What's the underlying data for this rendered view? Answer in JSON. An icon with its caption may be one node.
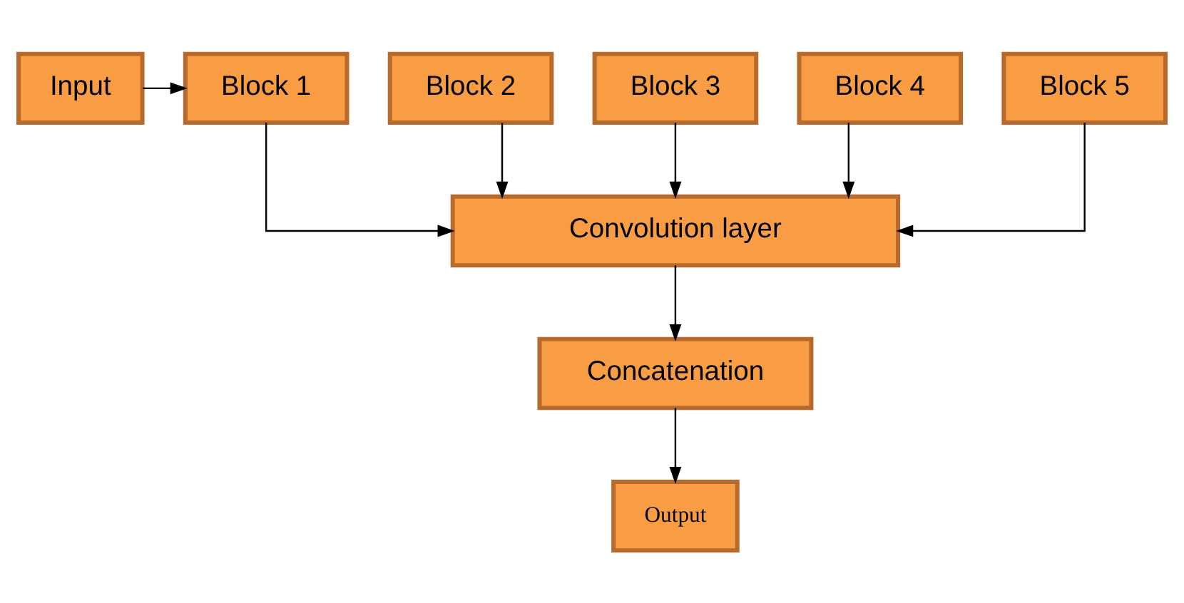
{
  "diagram": {
    "nodes": [
      {
        "text": [
          "Input"
        ]
      },
      {
        "text": [
          "Block 1"
        ]
      },
      {
        "text": [
          "Block 2"
        ]
      },
      {
        "text": [
          "Block 3"
        ]
      },
      {
        "text": [
          "Block 4"
        ]
      },
      {
        "text": [
          "Block 5"
        ]
      },
      {
        "text": [
          "Convolution layer"
        ]
      },
      {
        "text": [
          "Concatenation"
        ]
      },
      {
        "text": [
          "Output"
        ]
      }
    ],
    "edges": [
      {
        "from": 0,
        "to": 1,
        "arrow": "to"
      },
      {
        "from": 1,
        "to": 6,
        "arrow": "to"
      },
      {
        "from": 2,
        "to": 6,
        "arrow": "to"
      },
      {
        "from": 3,
        "to": 6,
        "arrow": "to"
      },
      {
        "from": 4,
        "to": 6,
        "arrow": "to"
      },
      {
        "from": 5,
        "to": 6,
        "arrow": "to"
      },
      {
        "from": 6,
        "to": 7,
        "arrow": "to"
      },
      {
        "from": 7,
        "to": 8,
        "arrow": "to"
      }
    ]
  }
}
